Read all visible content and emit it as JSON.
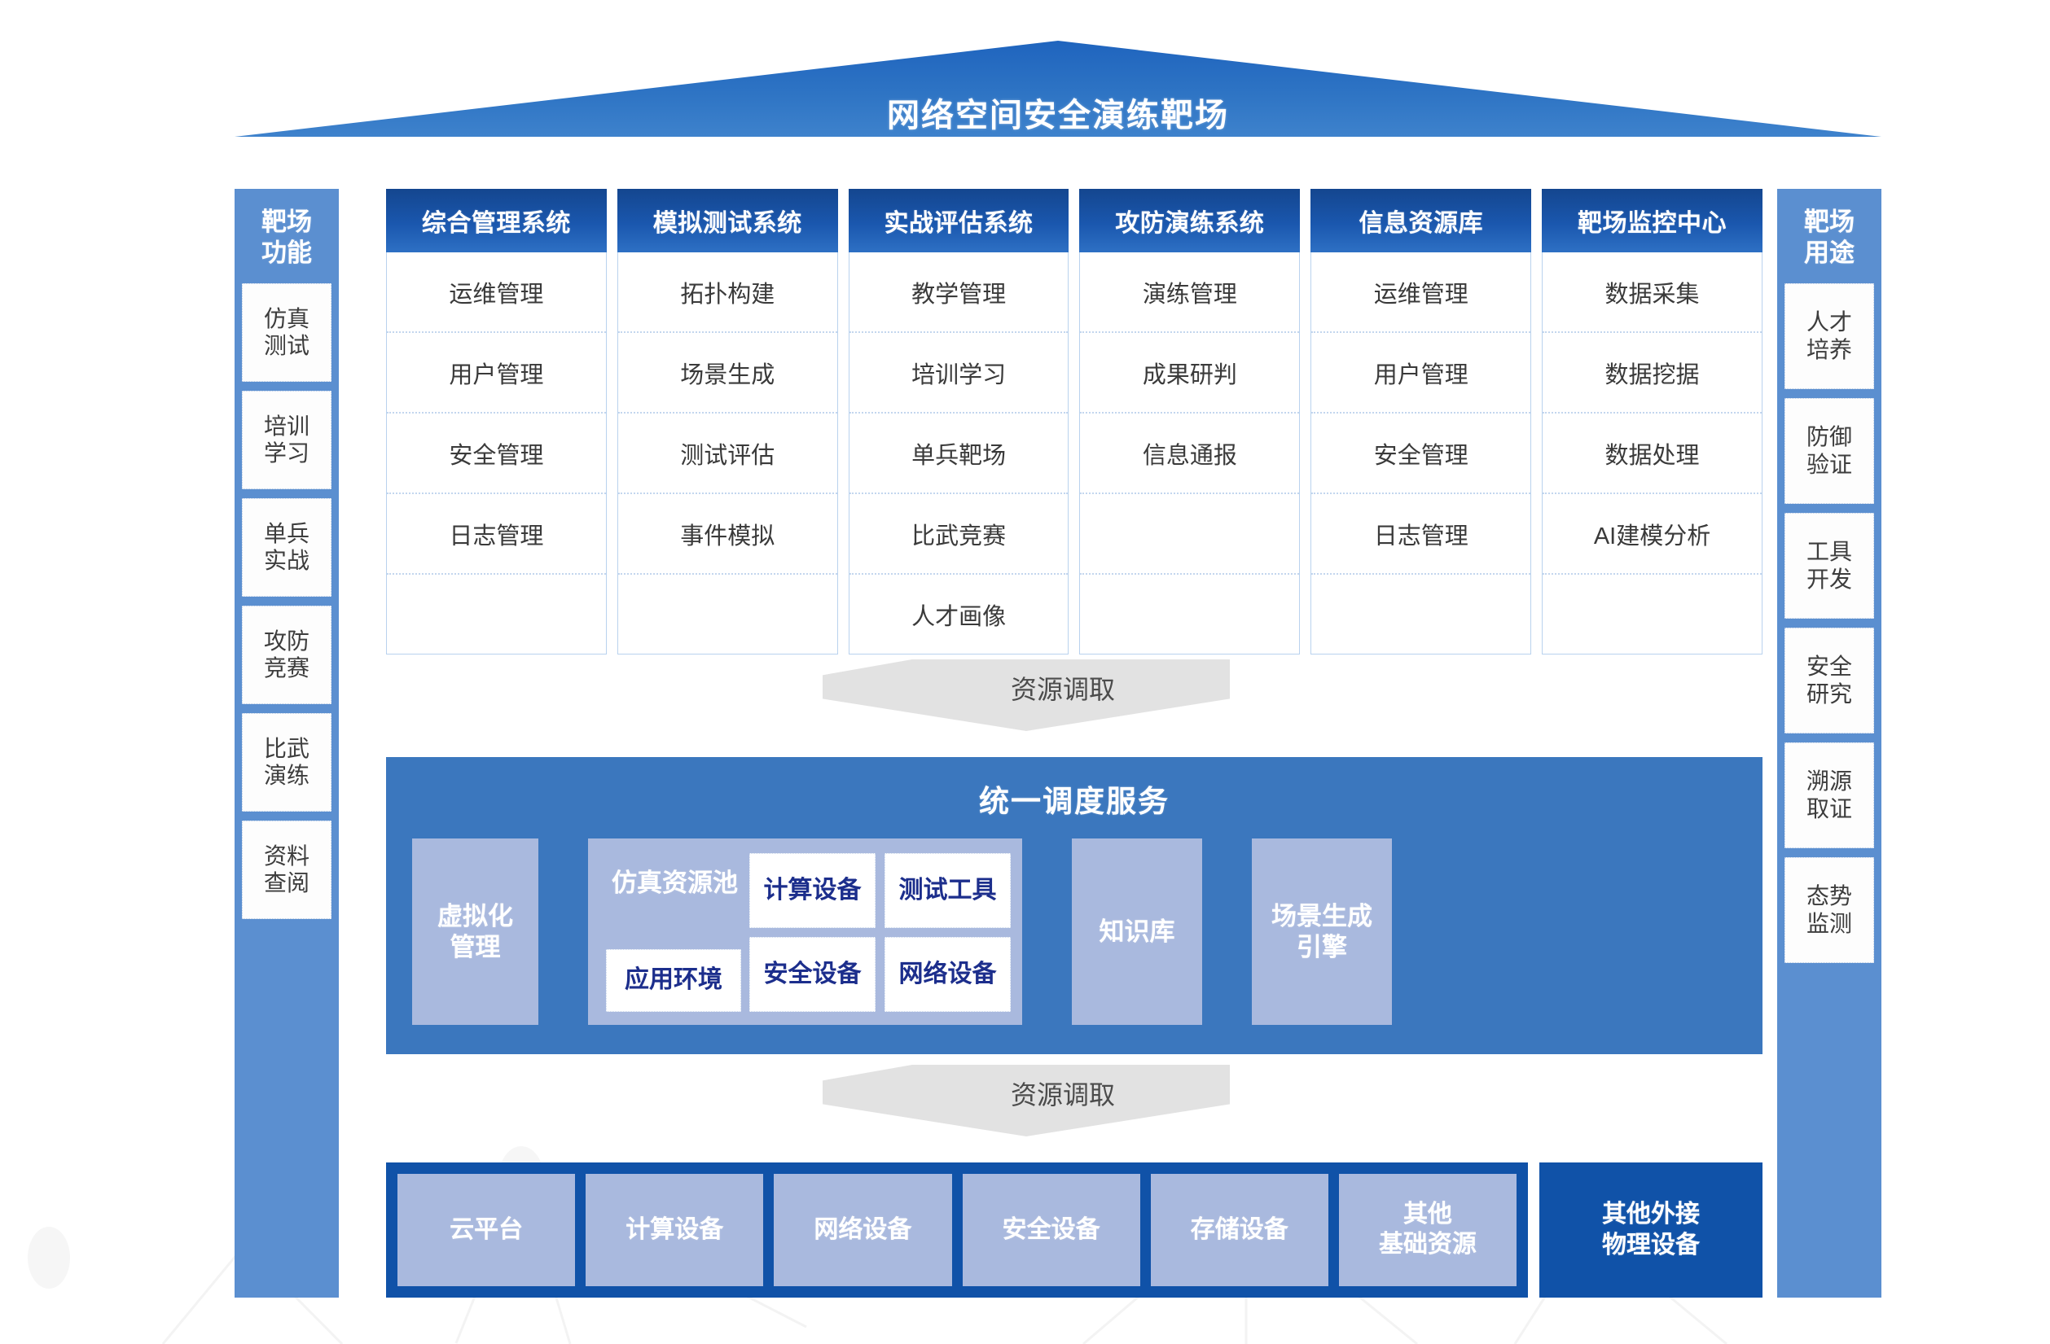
{
  "title": "网络空间安全演练靶场",
  "left_panel": {
    "title": "靶场\n功能",
    "title_line1": "靶场",
    "title_line2": "功能",
    "items": [
      {
        "line1": "仿真",
        "line2": "测试"
      },
      {
        "line1": "培训",
        "line2": "学习"
      },
      {
        "line1": "单兵",
        "line2": "实战"
      },
      {
        "line1": "攻防",
        "line2": "竞赛"
      },
      {
        "line1": "比武",
        "line2": "演练"
      },
      {
        "line1": "资料",
        "line2": "查阅"
      }
    ]
  },
  "right_panel": {
    "title_line1": "靶场",
    "title_line2": "用途",
    "items": [
      {
        "line1": "人才",
        "line2": "培养"
      },
      {
        "line1": "防御",
        "line2": "验证"
      },
      {
        "line1": "工具",
        "line2": "开发"
      },
      {
        "line1": "安全",
        "line2": "研究"
      },
      {
        "line1": "溯源",
        "line2": "取证"
      },
      {
        "line1": "态势",
        "line2": "监测"
      }
    ]
  },
  "systems": [
    {
      "header": "综合管理系统",
      "rows": [
        "运维管理",
        "用户管理",
        "安全管理",
        "日志管理",
        ""
      ]
    },
    {
      "header": "模拟测试系统",
      "rows": [
        "拓扑构建",
        "场景生成",
        "测试评估",
        "事件模拟",
        ""
      ]
    },
    {
      "header": "实战评估系统",
      "rows": [
        "教学管理",
        "培训学习",
        "单兵靶场",
        "比武竞赛",
        "人才画像"
      ]
    },
    {
      "header": "攻防演练系统",
      "rows": [
        "演练管理",
        "成果研判",
        "信息通报",
        "",
        ""
      ]
    },
    {
      "header": "信息资源库",
      "rows": [
        "运维管理",
        "用户管理",
        "安全管理",
        "日志管理",
        ""
      ]
    },
    {
      "header": "靶场监控中心",
      "rows": [
        "数据采集",
        "数据挖据",
        "数据处理",
        "AI建模分析",
        ""
      ]
    }
  ],
  "arrow_top_label": "资源调取",
  "arrow_bottom_label": "资源调取",
  "dispatch": {
    "title": "统一调度服务",
    "virtualization_line1": "虚拟化",
    "virtualization_line2": "管理",
    "pool_label": "仿真资源池",
    "pool_chips": [
      "计算设备",
      "测试工具",
      "安全设备",
      "网络设备"
    ],
    "pool_app_chip": "应用环境",
    "knowledge_base": "知识库",
    "engine_line1": "场景生成",
    "engine_line2": "引擎"
  },
  "infrastructure": {
    "cells": [
      {
        "line1": "云平台",
        "line2": ""
      },
      {
        "line1": "计算设备",
        "line2": ""
      },
      {
        "line1": "网络设备",
        "line2": ""
      },
      {
        "line1": "安全设备",
        "line2": ""
      },
      {
        "line1": "存储设备",
        "line2": ""
      },
      {
        "line1": "其他",
        "line2": "基础资源"
      }
    ],
    "external_line1": "其他外接",
    "external_line2": "物理设备"
  },
  "colors": {
    "roof_blue": "#2E70C4",
    "panel_blue": "#5B8FD0",
    "header_blue": "#14468F",
    "dispatch_blue": "#3B77BE",
    "infra_blue": "#1052A8",
    "chip_lavender": "#A9B9DE",
    "chip_text_navy": "#1C2E8C",
    "arrow_gray": "#E2E2E2"
  }
}
